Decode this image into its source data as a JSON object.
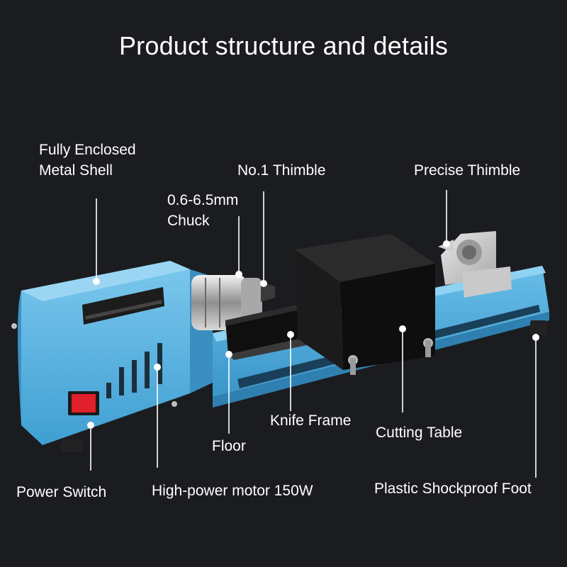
{
  "title": "Product structure and details",
  "labels": {
    "shell_line1": "Fully Enclosed",
    "shell_line2": "Metal Shell",
    "thimble1": "No.1 Thimble",
    "precise": "Precise Thimble",
    "chuck_line1": "0.6-6.5mm",
    "chuck_line2": "Chuck",
    "knife": "Knife Frame",
    "cutting": "Cutting Table",
    "floor": "Floor",
    "power": "Power Switch",
    "motor": "High-power motor 150W",
    "foot": "Plastic Shockproof Foot"
  },
  "colors": {
    "background": "#1b1c20",
    "lathe_body": "#5ab4e0",
    "guard": "#111111",
    "switch": "#e0202a"
  }
}
